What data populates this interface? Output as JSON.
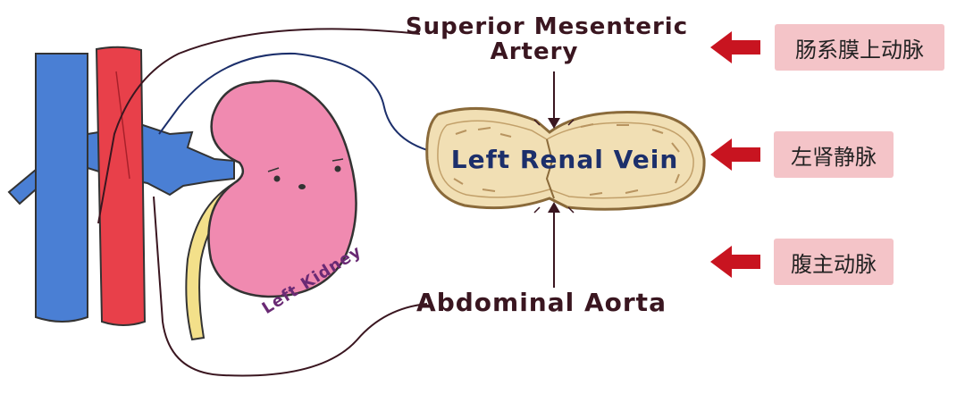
{
  "labels": {
    "sma_line1": "Superior Mesenteric",
    "sma_line2": "Artery",
    "left_renal_vein": "Left Renal Vein",
    "abdominal_aorta": "Abdominal Aorta",
    "left_kidney": "Left Kidney"
  },
  "chinese_labels": {
    "sma": "肠系膜上动脉",
    "left_renal_vein": "左肾静脉",
    "abdominal_aorta": "腹主动脉"
  },
  "colors": {
    "vein_blue": "#4a7fd4",
    "aorta_red": "#e8404a",
    "kidney_pink": "#f08ab0",
    "ureter_yellow": "#f3e08a",
    "vein_crosssection": "#f1dfb4",
    "label_box_pink": "#f4c4c8",
    "indicator_arrow_red": "#c81420"
  }
}
